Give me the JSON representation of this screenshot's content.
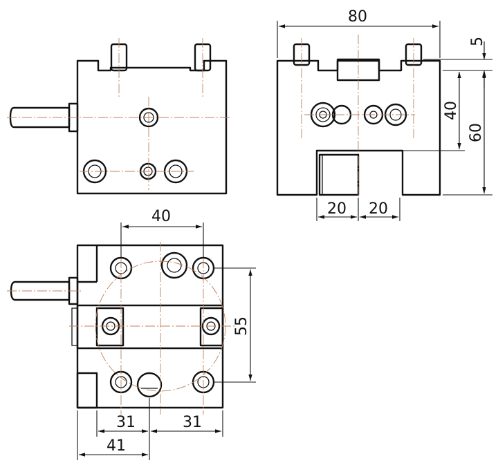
{
  "colors": {
    "outline": "#111111",
    "centerline": "#c0805a",
    "background": "#ffffff"
  },
  "dimensions": {
    "top_width": "80",
    "top_offset": "5",
    "right_height_small": "40",
    "right_height_large": "60",
    "slot_left": "20",
    "slot_right": "20",
    "bottom_spacing": "40",
    "bottom_height": "55",
    "bottom_left_31": "31",
    "bottom_right_31": "31",
    "bottom_total_41": "41"
  }
}
